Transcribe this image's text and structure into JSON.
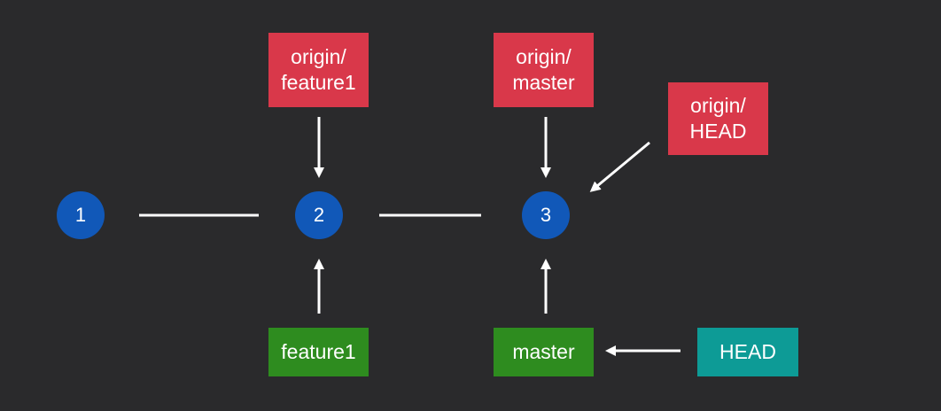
{
  "diagram": {
    "commits": [
      {
        "id": "c1",
        "label": "1"
      },
      {
        "id": "c2",
        "label": "2"
      },
      {
        "id": "c3",
        "label": "3"
      }
    ],
    "refs": {
      "origin_feature1": {
        "line1": "origin/",
        "line2": "feature1"
      },
      "origin_master": {
        "line1": "origin/",
        "line2": "master"
      },
      "origin_head": {
        "line1": "origin/",
        "line2": "HEAD"
      },
      "feature1": {
        "label": "feature1"
      },
      "master": {
        "label": "master"
      },
      "head": {
        "label": "HEAD"
      }
    },
    "colors": {
      "background": "#2a2a2c",
      "commit": "#1158b8",
      "remote_ref": "#d9384a",
      "local_branch": "#2e8c1f",
      "head": "#0d9b96",
      "line": "#ffffff"
    }
  }
}
